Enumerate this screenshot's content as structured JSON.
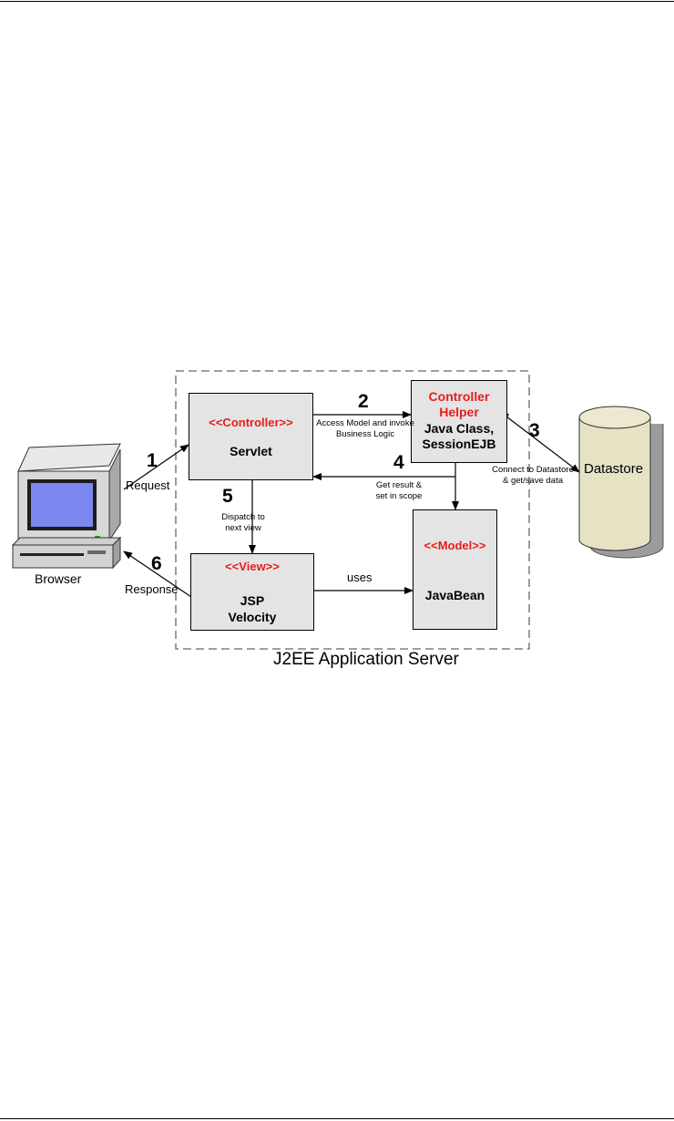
{
  "diagram": {
    "server": {
      "label": "J2EE Application Server"
    },
    "controller": {
      "stereotype": "<<Controller>>",
      "name": "Servlet"
    },
    "helper": {
      "line1": "Controller",
      "line2": "Helper",
      "line3": "Java Class,",
      "line4": "SessionEJB"
    },
    "view": {
      "stereotype": "<<View>>",
      "line1": "JSP",
      "line2": "Velocity"
    },
    "model": {
      "stereotype": "<<Model>>",
      "name": "JavaBean"
    },
    "datastore": {
      "label": "Datastore"
    },
    "browser": {
      "label": "Browser"
    },
    "steps": [
      {
        "number": "1",
        "label": "Request"
      },
      {
        "number": "2",
        "label_line1": "Access Model and invoke",
        "label_line2": "Business Logic"
      },
      {
        "number": "3",
        "label_line1": "Connect to Datastore",
        "label_line2": "& get/save data"
      },
      {
        "number": "4",
        "label_line1": "Get result &",
        "label_line2": "set in scope"
      },
      {
        "number": "5",
        "label_line1": "Dispatch to",
        "label_line2": "next view"
      },
      {
        "number": "6",
        "label": "Response"
      }
    ],
    "uses_label": "uses"
  }
}
